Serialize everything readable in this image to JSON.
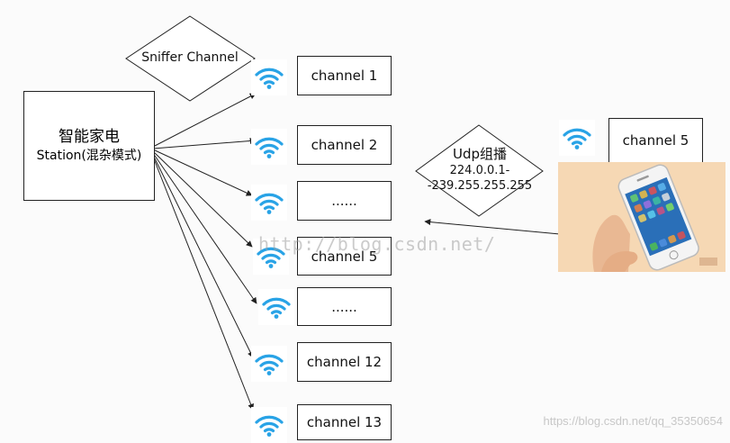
{
  "diamond_sniffer": {
    "label": "Sniffer Channel"
  },
  "station": {
    "line1": "智能家电",
    "line2": "Station(混杂模式)"
  },
  "channels": [
    "channel 1",
    "channel 2",
    "......",
    "channel 5",
    "......",
    "channel 12",
    "channel 13"
  ],
  "phone_side": {
    "channel_label": "channel 5"
  },
  "diamond_udp": {
    "line1": "Udp组播",
    "line2": "224.0.0.1-",
    "line3": "-239.255.255.255"
  },
  "watermark": "http://blog.csdn.net/",
  "credit": "https://blog.csdn.net/qq_35350654",
  "colors": {
    "wifi": "#29a3e6",
    "stroke": "#222222",
    "phone_bg": "#f6d8b4"
  },
  "icons": {
    "wifi": "wifi-icon",
    "phone": "phone-icon",
    "arrow": "arrow-icon"
  }
}
